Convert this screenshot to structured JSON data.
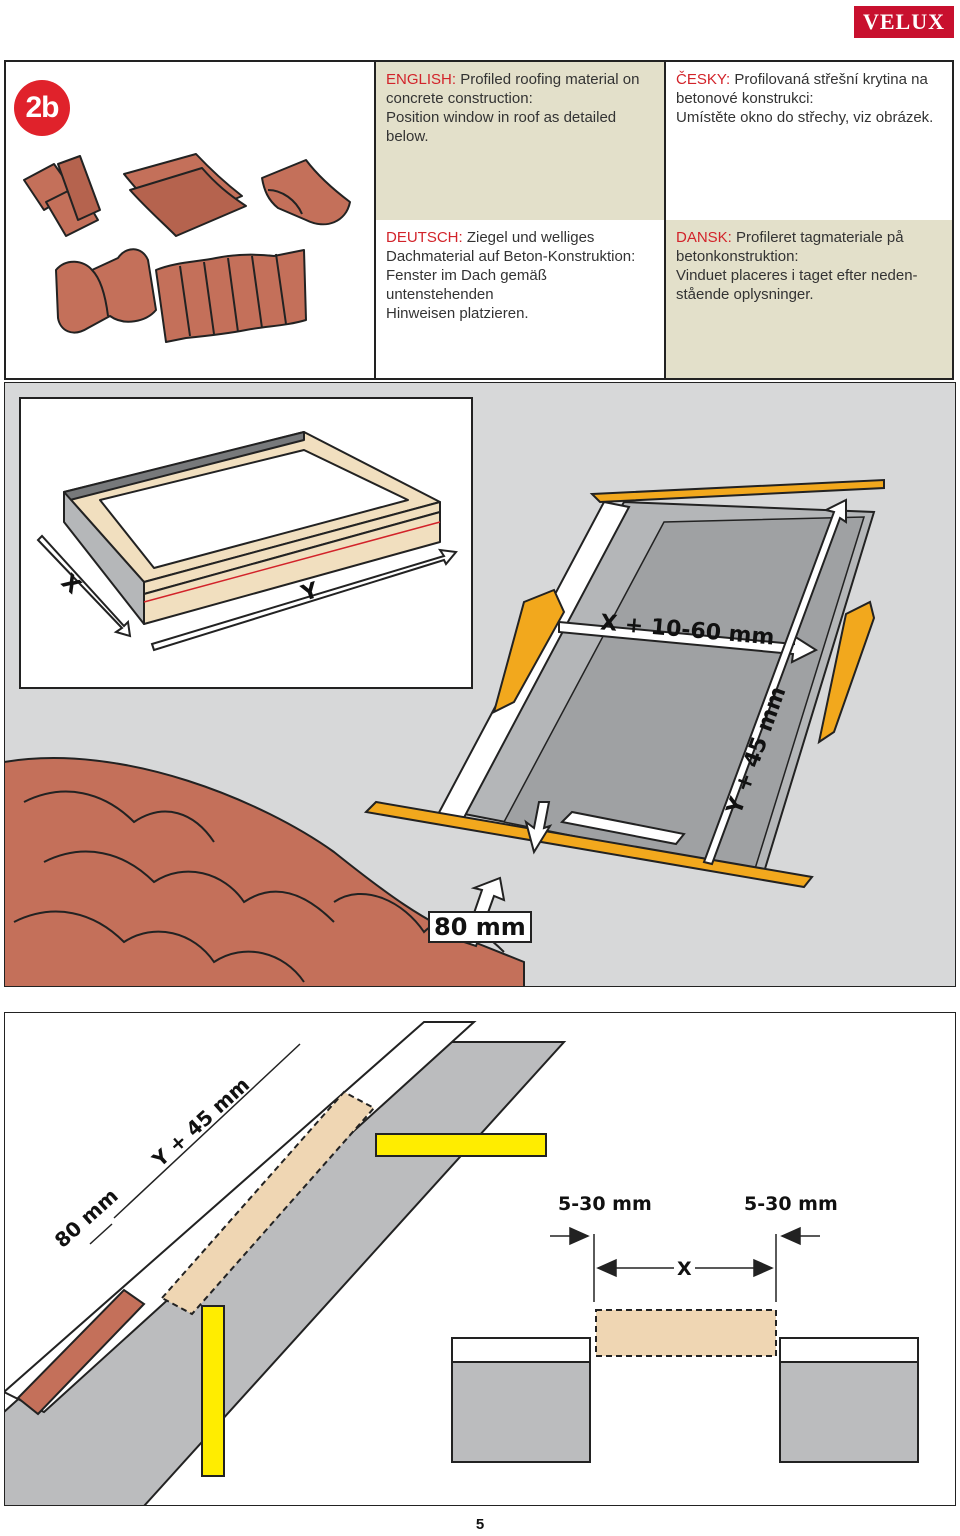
{
  "brand": "VELUX",
  "step": "2b",
  "texts": {
    "english": {
      "lang": "ENGLISH:",
      "line1": " Profiled roofing material on",
      "line2": "concrete construction:",
      "line3": "Position window in roof as detailed",
      "line4": "below."
    },
    "cesky": {
      "lang": "ČESKY:",
      "line1": " Profilovaná střešní krytina na",
      "line2": "betonové konstrukci:",
      "line3": "Umístěte okno do střechy, viz obrázek."
    },
    "deutsch": {
      "lang": "DEUTSCH:",
      "line1": " Ziegel und welliges",
      "line2": "Dachmaterial auf Beton-Konstruktion:",
      "line3": "Fenster im Dach gemäß untenstehenden",
      "line4": "Hinweisen platzieren."
    },
    "dansk": {
      "lang": "DANSK:",
      "line1": " Profileret tagmateriale på",
      "line2": "betonkonstruktion:",
      "line3": "Vinduet placeres i taget efter neden-",
      "line4": "stående oplysninger."
    }
  },
  "diagram1": {
    "label_x": "X",
    "label_y": "Y",
    "label_x_plus": "X + 10-60 mm",
    "label_y_plus": "Y + 45 mm",
    "label_80": "80 mm"
  },
  "diagram2": {
    "label_y_plus": "Y + 45 mm",
    "label_80": "80 mm",
    "label_gap_left": "5-30 mm",
    "label_gap_right": "5-30 mm",
    "label_x": "X"
  },
  "page_number": "5",
  "colors": {
    "brand_red": "#c8102e",
    "tile": "#c4705a",
    "flashing": "#f2a81d",
    "beige_panel": "#e3e0ca",
    "grey_panel": "#d7d8d9"
  }
}
